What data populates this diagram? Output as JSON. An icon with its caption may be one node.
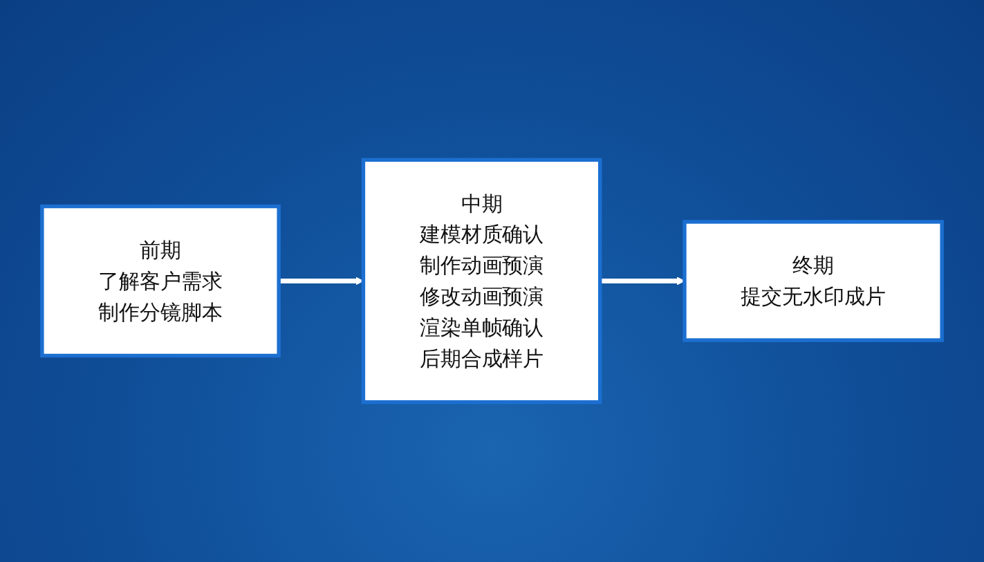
{
  "diagram": {
    "nodes": [
      {
        "text": [
          "前期",
          "了解客户需求",
          "制作分镜脚本"
        ]
      },
      {
        "text": [
          "中期",
          "建模材质确认",
          "制作动画预演",
          "修改动画预演",
          "渲染单帧确认",
          "后期合成样片"
        ]
      },
      {
        "text": [
          "终期",
          "提交无水印成片"
        ]
      }
    ],
    "edges": [
      {
        "from": 0,
        "to": 1,
        "arrow": "to"
      },
      {
        "from": 1,
        "to": 2,
        "arrow": "to"
      }
    ]
  }
}
